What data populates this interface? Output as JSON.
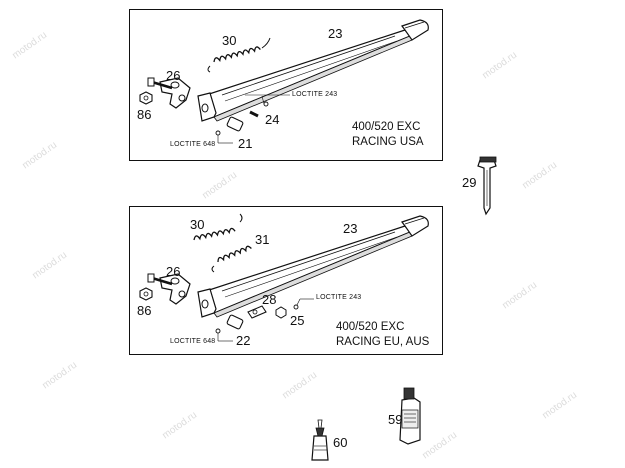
{
  "watermark": "motod.ru",
  "top_panel": {
    "callouts": {
      "n30": "30",
      "n23": "23",
      "n26": "26",
      "n86": "86",
      "n24": "24",
      "n21": "21"
    },
    "loctite_243": "LOCTITE 243",
    "loctite_648": "LOCTITE 648",
    "caption_line1": "400/520 EXC",
    "caption_line2": "RACING USA"
  },
  "bottom_panel": {
    "callouts": {
      "n30": "30",
      "n23": "23",
      "n31": "31",
      "n26": "26",
      "n86": "86",
      "n28": "28",
      "n25": "25",
      "n22": "22"
    },
    "loctite_243": "LOCTITE 243",
    "loctite_648": "LOCTITE 648",
    "caption_line1": "400/520 EXC",
    "caption_line2": "RACING EU, AUS"
  },
  "loose_parts": {
    "n29": "29",
    "n59": "59",
    "n60": "60"
  }
}
